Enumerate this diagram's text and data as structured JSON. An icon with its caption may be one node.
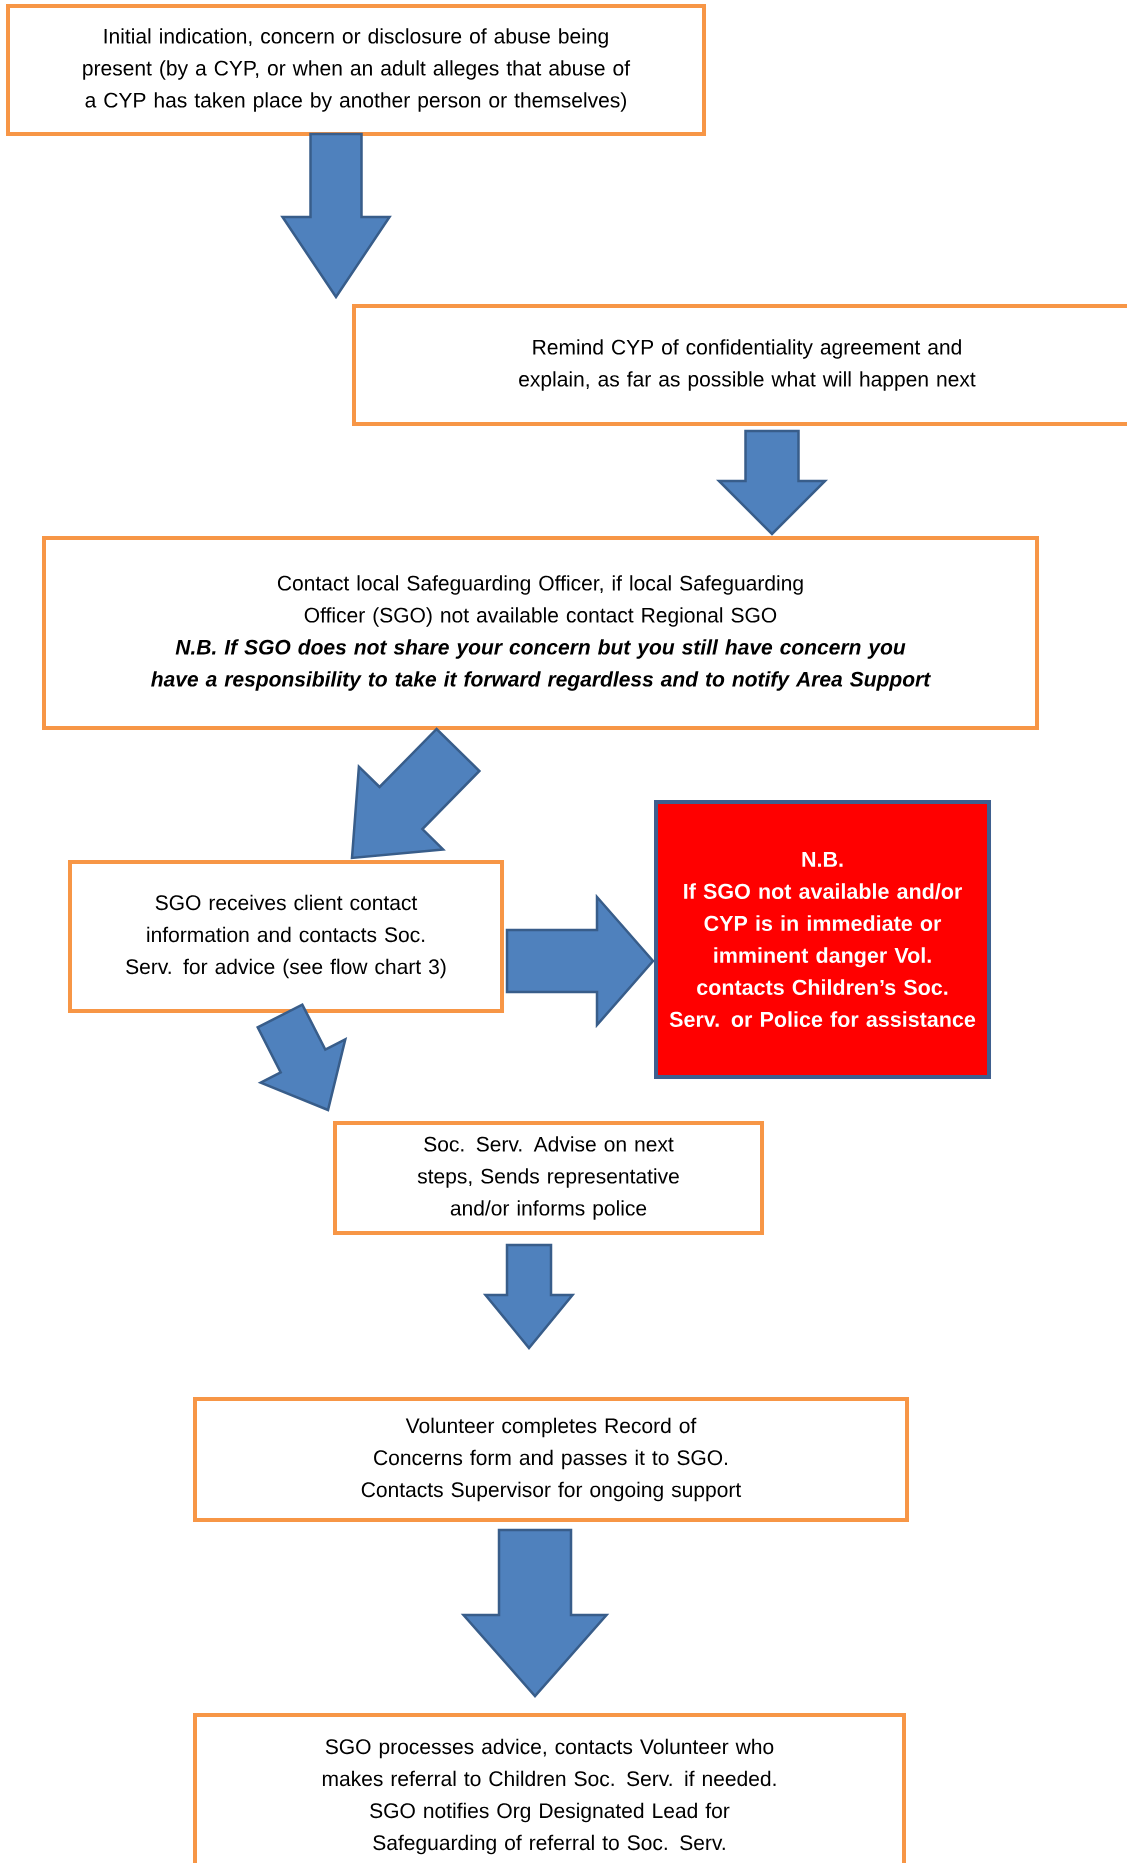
{
  "diagram": {
    "nodes": [
      {
        "text": [
          "Initial indication, concern or disclosure of abuse being present (by a CYP, or when an adult alleges that abuse of a CYP has taken place by another person or themselves)"
        ]
      },
      {
        "text": [
          "Remind CYP of confidentiality agreement and explain, as far as possible what will happen next"
        ]
      },
      {
        "text": [
          "Contact local Safeguarding Officer, if local Safeguarding Officer (SGO) not  available contact Regional SGO",
          "N.B. If SGO does not share your concern but you still have concern you have a responsibility to take it forward regardless and to notify Area Support"
        ]
      },
      {
        "text": [
          "SGO receives client contact information  and contacts Soc. Serv. for advice (see flow chart 3)"
        ]
      },
      {
        "text": [
          "N.B.",
          "If SGO not available and/or CYP is in immediate or imminent danger Vol. contacts Children’s Soc. Serv.  or Police for assistance"
        ]
      },
      {
        "text": [
          "Soc. Serv. Advise on next steps, Sends representative and/or informs police"
        ]
      },
      {
        "text": [
          "Volunteer completes Record of Concerns form and passes it to SGO.",
          "Contacts Supervisor for ongoing support"
        ]
      },
      {
        "text": [
          "SGO processes advice, contacts Volunteer who makes referral to Children Soc. Serv. if needed.",
          "SGO notifies Org Designated Lead for Safeguarding of referral to Soc. Serv."
        ]
      }
    ],
    "edges": [
      {
        "from": 0,
        "to": 1,
        "arrow": "to"
      },
      {
        "from": 1,
        "to": 2,
        "arrow": "to"
      },
      {
        "from": 2,
        "to": 3,
        "arrow": "to"
      },
      {
        "from": 3,
        "to": 4,
        "arrow": "to"
      },
      {
        "from": 3,
        "to": 5,
        "arrow": "to"
      },
      {
        "from": 5,
        "to": 6,
        "arrow": "to"
      },
      {
        "from": 6,
        "to": 7,
        "arrow": "to"
      }
    ]
  }
}
